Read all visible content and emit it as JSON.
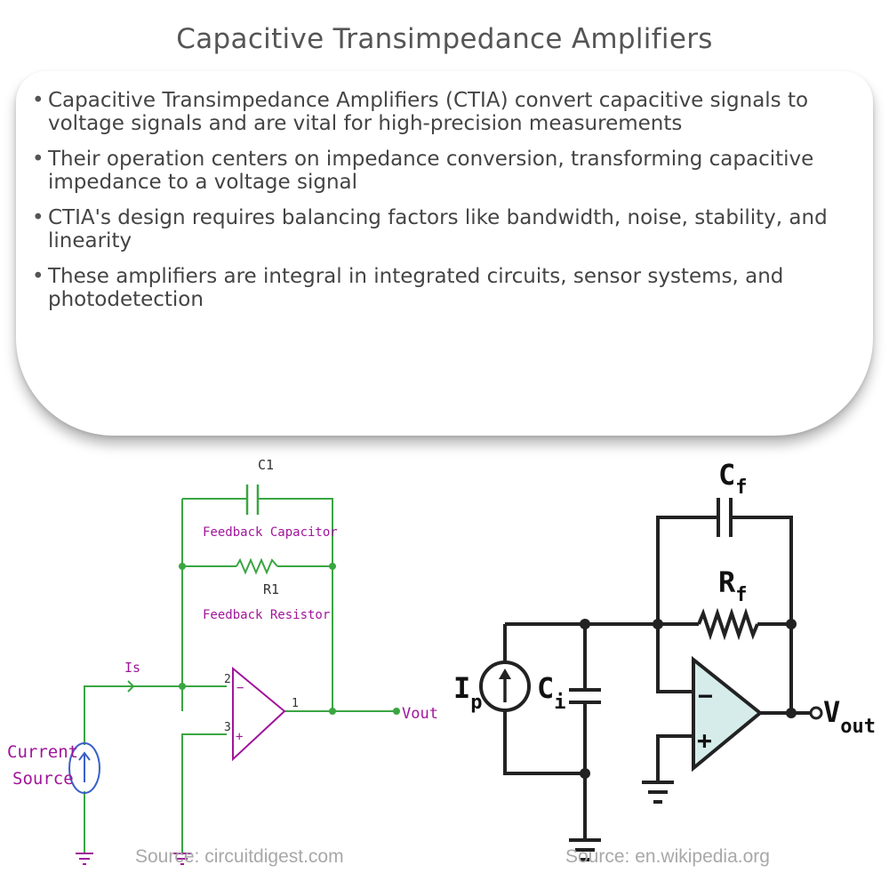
{
  "title": "Capacitive Transimpedance Amplifiers",
  "bullets": [
    "Capacitive Transimpedance Amplifiers (CTIA) convert capacitive signals to voltage signals and are vital for high-precision measurements",
    "Their operation centers on impedance conversion, transforming capacitive impedance to a voltage signal",
    "CTIA's design requires balancing factors like bandwidth, noise, stability, and linearity",
    "These amplifiers are integral in integrated circuits, sensor systems, and photodetection"
  ],
  "left_diagram": {
    "c1": "C1",
    "feedback_capacitor": "Feedback Capacitor",
    "r1": "R1",
    "feedback_resistor": "Feedback Resistor",
    "is": "Is",
    "pin2": "2",
    "pin3": "3",
    "pin1": "1",
    "minus": "−",
    "plus": "+",
    "vout": "Vout",
    "current": "Current",
    "source": "Source",
    "credit": "Source: circuitdigest.com",
    "colors": {
      "wire": "#3aa642",
      "label": "#a0159b",
      "opamp": "#a0159b",
      "source": "#3a5fc8"
    }
  },
  "right_diagram": {
    "cf": "C",
    "cf_sub": "f",
    "rf": "R",
    "rf_sub": "f",
    "ip": "I",
    "ip_sub": "p",
    "ci": "C",
    "ci_sub": "i",
    "minus": "−",
    "plus": "+",
    "vout": "V",
    "vout_sub": "out",
    "credit": "Source: en.wikipedia.org",
    "colors": {
      "wire": "#222222",
      "opamp_fill": "#d6ecea"
    }
  }
}
